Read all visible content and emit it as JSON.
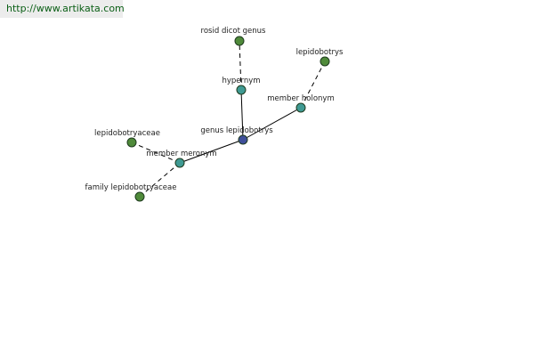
{
  "source_url": "http://www.artikata.com",
  "colors": {
    "leaf": "#4f8a3a",
    "relation": "#3f9a93",
    "center": "#3f4f9a"
  },
  "center": {
    "label": "genus lepidobotrys"
  },
  "relations": {
    "hypernym": {
      "label": "hypernym"
    },
    "member_holonym": {
      "label": "member holonym"
    },
    "member_meronym": {
      "label": "member meronym"
    }
  },
  "terms": {
    "rosid_dicot_genus": {
      "label": "rosid dicot genus"
    },
    "lepidobotrys": {
      "label": "lepidobotrys"
    },
    "lepidobotryaceae": {
      "label": "lepidobotryaceae"
    },
    "family_lepidobotryaceae": {
      "label": "family lepidobotryaceae"
    }
  }
}
